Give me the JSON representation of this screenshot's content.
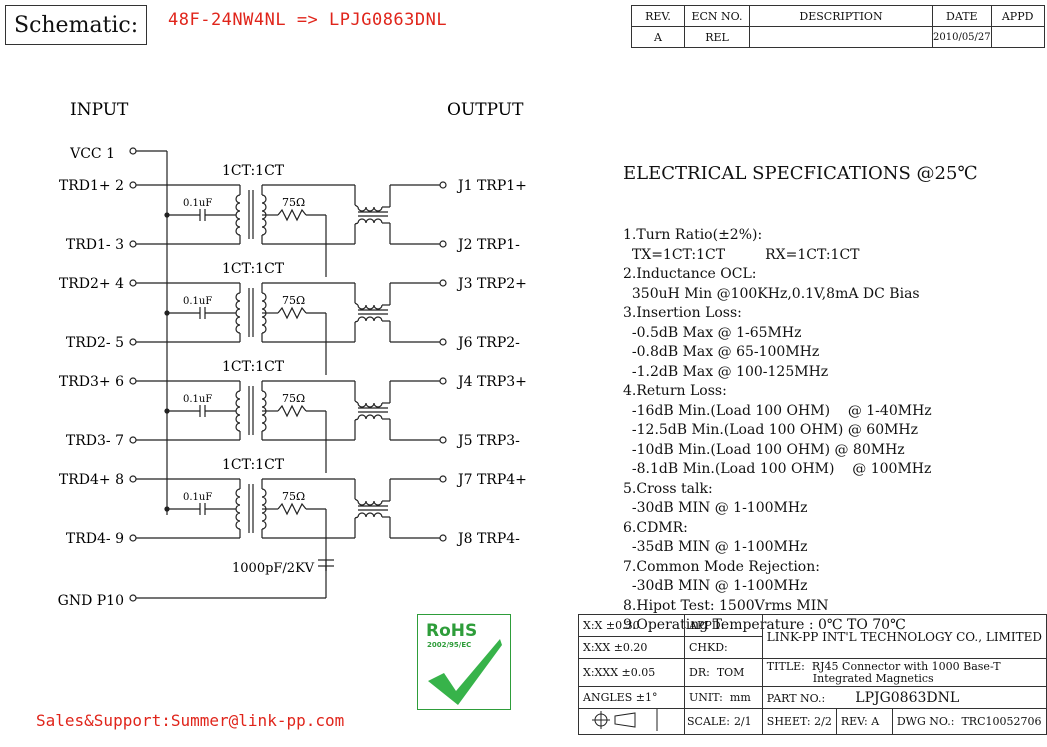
{
  "header": {
    "title": "Schematic:",
    "part_change": "48F-24NW4NL => LPJG0863DNL"
  },
  "revision_table": {
    "headers": [
      "REV.",
      "ECN NO.",
      "DESCRIPTION",
      "DATE",
      "APPD"
    ],
    "row": [
      "A",
      "REL",
      "",
      "2010/05/27",
      ""
    ]
  },
  "schematic": {
    "input_label": "INPUT",
    "output_label": "OUTPUT",
    "vcc": "VCC 1",
    "gnd": "GND P10",
    "cap_hv": "1000pF/2KV",
    "channels": [
      {
        "ratio": "1CT:1CT",
        "cap": "0.1uF",
        "res": "75Ω",
        "in_a": "TRD1+ 2",
        "in_b": "TRD1- 3",
        "out_a": "J1 TRP1+",
        "out_b": "J2 TRP1-"
      },
      {
        "ratio": "1CT:1CT",
        "cap": "0.1uF",
        "res": "75Ω",
        "in_a": "TRD2+ 4",
        "in_b": "TRD2- 5",
        "out_a": "J3 TRP2+",
        "out_b": "J6 TRP2-"
      },
      {
        "ratio": "1CT:1CT",
        "cap": "0.1uF",
        "res": "75Ω",
        "in_a": "TRD3+ 6",
        "in_b": "TRD3- 7",
        "out_a": "J4 TRP3+",
        "out_b": "J5 TRP3-"
      },
      {
        "ratio": "1CT:1CT",
        "cap": "0.1uF",
        "res": "75Ω",
        "in_a": "TRD4+ 8",
        "in_b": "TRD4- 9",
        "out_a": "J7 TRP4+",
        "out_b": "J8 TRP4-"
      }
    ]
  },
  "specs": {
    "heading": "ELECTRICAL SPECFICATIONS @25℃",
    "lines": [
      "1.Turn Ratio(±2%):",
      "  TX=1CT:1CT         RX=1CT:1CT",
      "2.Inductance OCL:",
      "  350uH Min @100KHz,0.1V,8mA DC Bias",
      "3.Insertion Loss:",
      "  -0.5dB Max @ 1-65MHz",
      "  -0.8dB Max @ 65-100MHz",
      "  -1.2dB Max @ 100-125MHz",
      "4.Return Loss:",
      "  -16dB Min.(Load 100 OHM)    @ 1-40MHz",
      "  -12.5dB Min.(Load 100 OHM) @ 60MHz",
      "  -10dB Min.(Load 100 OHM) @ 80MHz",
      "  -8.1dB Min.(Load 100 OHM)    @ 100MHz",
      "5.Cross talk:",
      "  -30dB MIN @ 1-100MHz",
      "6.CDMR:",
      "  -35dB MIN @ 1-100MHz",
      "7.Common Mode Rejection:",
      "  -30dB MIN @ 1-100MHz",
      "8.Hipot Test: 1500Vrms MIN",
      "9.Operating Temperature : 0℃ TO 70℃"
    ]
  },
  "logo": {
    "rohs": "RoHS",
    "directive": "2002/95/EC"
  },
  "title_block": {
    "tol_x": "X:X      ±0.30",
    "tol_xx": "X:XX     ±0.20",
    "tol_xxx": "X:XXX  ±0.05",
    "angles": "ANGLES ±1°",
    "appd": "APPD:",
    "chkd": "CHKD:",
    "dr_label": "DR:",
    "dr_value": "TOM",
    "unit_label": "UNIT:",
    "unit_value": "mm",
    "company": "LINK-PP INT'L TECHNOLOGY CO., LIMITED",
    "title_label": "TITLE:",
    "title_value_1": "RJ45 Connector with 1000 Base-T",
    "title_value_2": "Integrated Magnetics",
    "part_label": "PART NO.:",
    "part_value": "LPJG0863DNL",
    "scale_label": "SCALE:",
    "scale_value": "2/1",
    "sheet_label": "SHEET:",
    "sheet_value": "2/2",
    "rev_label": "REV:",
    "rev_value": "A",
    "dwg_label": "DWG NO.:",
    "dwg_value": "TRC10052706"
  },
  "footer": {
    "sales": "Sales&Support:Summer@link-pp.com"
  }
}
